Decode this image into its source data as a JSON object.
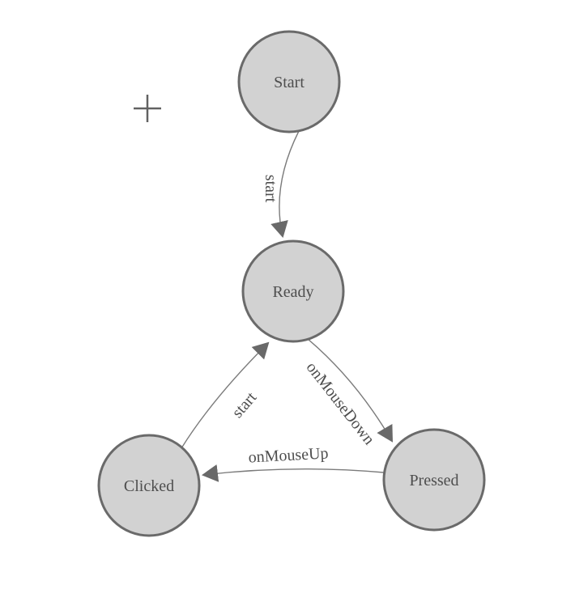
{
  "diagram": {
    "title": "mouse-state-machine",
    "nodes": [
      {
        "id": "start",
        "label": "Start"
      },
      {
        "id": "ready",
        "label": "Ready"
      },
      {
        "id": "clicked",
        "label": "Clicked"
      },
      {
        "id": "pressed",
        "label": "Pressed"
      }
    ],
    "edges": [
      {
        "id": "start-to-ready",
        "label": "start",
        "from": "Start",
        "to": "Ready"
      },
      {
        "id": "clicked-to-ready",
        "label": "start",
        "from": "Clicked",
        "to": "Ready"
      },
      {
        "id": "ready-to-pressed",
        "label": "onMouseDown",
        "from": "Ready",
        "to": "Pressed"
      },
      {
        "id": "pressed-to-clicked",
        "label": "onMouseUp",
        "from": "Pressed",
        "to": "Clicked"
      }
    ]
  },
  "cursor": {
    "type": "plus-crosshair"
  },
  "colors": {
    "background": "#ffffff",
    "node_fill": "#d2d2d2",
    "node_stroke": "#6a6a6a",
    "edge_line": "#7b7b7b",
    "arrowhead": "#696969",
    "label_text": "#4e4e4e",
    "cursor": "#626262"
  }
}
